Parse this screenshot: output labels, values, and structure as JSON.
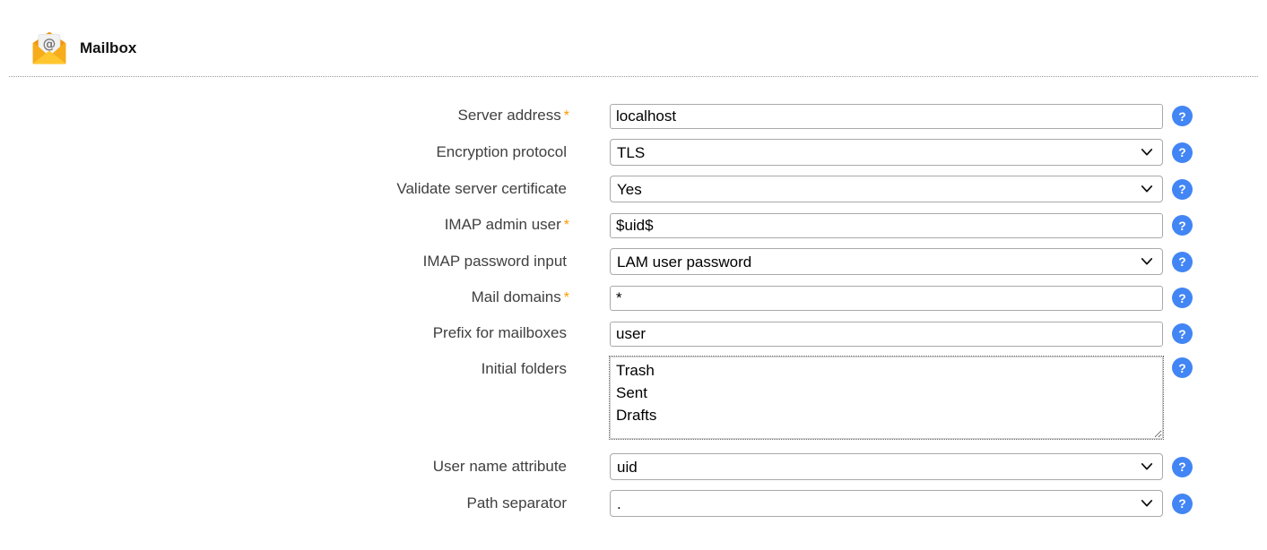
{
  "header": {
    "title": "Mailbox"
  },
  "colors": {
    "help_icon_blue": "#4285f4",
    "required_orange": "#ff9900",
    "envelope_yellow": "#ffc62e",
    "envelope_orange": "#ef9611",
    "input_border": "#a9a9a9"
  },
  "help_label": "?",
  "form": {
    "rows": [
      {
        "label": "Server address",
        "marker": "*",
        "type": "text",
        "value": "localhost"
      },
      {
        "label": "Encryption protocol",
        "marker": "",
        "type": "select",
        "value": "TLS"
      },
      {
        "label": "Validate server certificate",
        "marker": "",
        "type": "select",
        "value": "Yes"
      },
      {
        "label": "IMAP admin user",
        "marker": "*",
        "type": "text",
        "value": "$uid$"
      },
      {
        "label": "IMAP password input",
        "marker": "",
        "type": "select",
        "value": "LAM user password"
      },
      {
        "label": "Mail domains",
        "marker": "*",
        "type": "text",
        "value": "*"
      },
      {
        "label": "Prefix for mailboxes",
        "marker": "",
        "type": "text",
        "value": "user"
      },
      {
        "label": "Initial folders",
        "marker": "",
        "type": "textarea",
        "value": "Trash\nSent\nDrafts"
      },
      {
        "label": "User name attribute",
        "marker": "",
        "type": "select",
        "value": "uid"
      },
      {
        "label": "Path separator",
        "marker": "",
        "type": "select",
        "value": "."
      }
    ]
  }
}
